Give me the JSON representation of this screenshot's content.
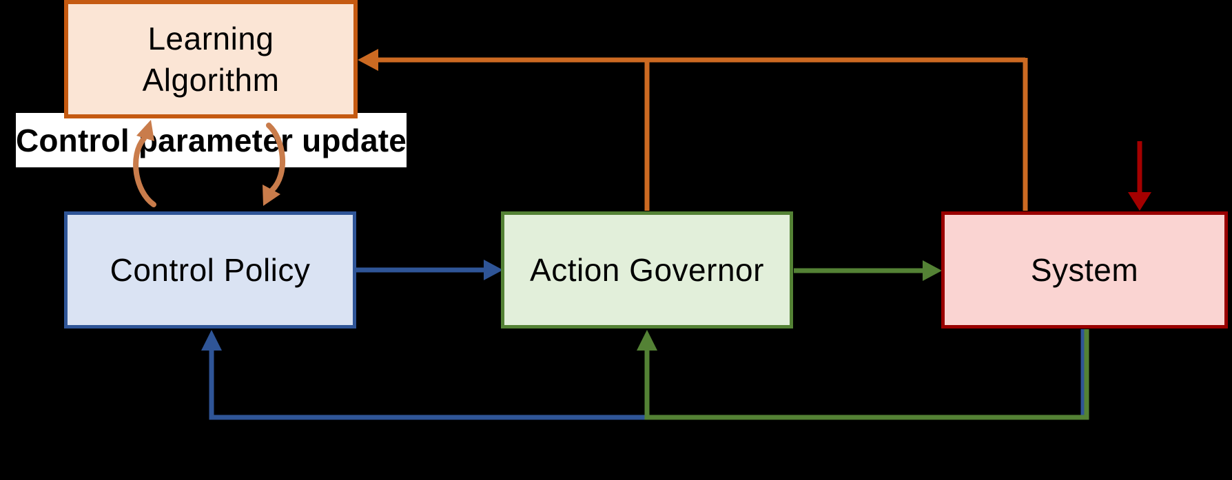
{
  "diagram": {
    "background": "#000000",
    "nodes": {
      "learning_algorithm": {
        "label_line1": "Learning",
        "label_line2": "Algorithm",
        "fill": "#FBE5D5",
        "border": "#C55A11"
      },
      "control_policy": {
        "label": "Control Policy",
        "fill": "#DAE3F3",
        "border": "#2F5597"
      },
      "action_governor": {
        "label": "Action Governor",
        "fill": "#E2EFDA",
        "border": "#548235"
      },
      "system": {
        "label": "System",
        "fill": "#FAD4D2",
        "border": "#990000"
      }
    },
    "annotation": {
      "label": "Control parameter update",
      "fill": "#FFFFFF",
      "text_color": "#000000"
    },
    "edges": {
      "feedback_to_learning_algorithm": {
        "color": "#CC6A22"
      },
      "control_parameter_update_cycle": {
        "color": "#C97C4B"
      },
      "policy_to_governor": {
        "color": "#2F5597"
      },
      "governor_to_system": {
        "color": "#548235"
      },
      "disturbance_into_system": {
        "color": "#A40000"
      },
      "system_feedback_to_policy": {
        "color": "#2F5597"
      },
      "system_feedback_to_governor": {
        "color": "#548235"
      }
    }
  }
}
